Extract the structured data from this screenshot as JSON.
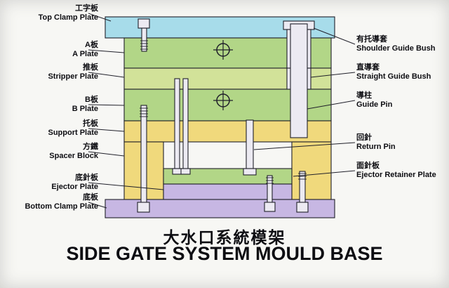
{
  "title": {
    "chinese": "大水口系統模架",
    "english": "SIDE GATE SYSTEM MOULD BASE"
  },
  "left_labels": [
    {
      "cn": "工字板",
      "en": "Top Clamp Plate"
    },
    {
      "cn": "A板",
      "en": "A Plate"
    },
    {
      "cn": "推板",
      "en": "Stripper Plate"
    },
    {
      "cn": "B板",
      "en": "B Plate"
    },
    {
      "cn": "托板",
      "en": "Support Plate"
    },
    {
      "cn": "方鐵",
      "en": "Spacer Block"
    },
    {
      "cn": "底針板",
      "en": "Ejector Plate"
    },
    {
      "cn": "底板",
      "en": "Bottom Clamp Plate"
    }
  ],
  "right_labels": [
    {
      "cn": "有托導套",
      "en": "Shoulder Guide Bush"
    },
    {
      "cn": "直導套",
      "en": "Straight Guide Bush"
    },
    {
      "cn": "導柱",
      "en": "Guide Pin"
    },
    {
      "cn": "回針",
      "en": "Return Pin"
    },
    {
      "cn": "面針板",
      "en": "Ejector Retainer Plate"
    }
  ],
  "colors": {
    "clamp_plate": "#a7dcea",
    "green_plate": "#b2d687",
    "stripper_plate": "#d2e299",
    "yellow_plate": "#f0d97c",
    "lavender_plate": "#c7b7e3",
    "pin_fill": "#eceaf2"
  }
}
